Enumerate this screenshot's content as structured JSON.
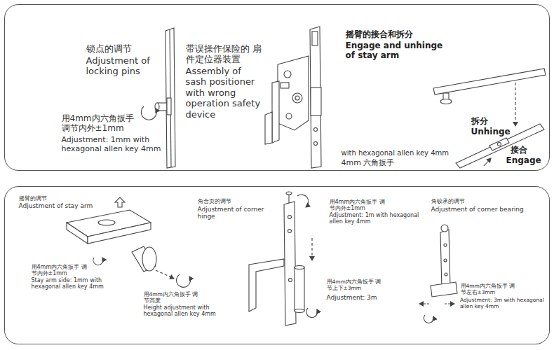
{
  "diagram": {
    "nodes": [
      {
        "text": [
          "锁点的调节",
          "Adjustment of locking pins",
          "用4mm内六角扳手 调节内外±1mm",
          "Adjustment: 1mm with hexagonal allen key 4mm",
          "带误操作保险的 扇件定位器装置",
          "Assembly of sash positioner with wrong operation safety device",
          "with hexagonal allen key 4mm",
          "4mm 六角扳手",
          "摇臂的接合和拆分",
          "Engage and unhinge of stay arm",
          "拆分",
          "Unhinge",
          "接合",
          "Engage"
        ]
      },
      {
        "text": [
          "摇臂的调节",
          "Adjustment of stay arm",
          "用4mm内六角扳手 调节内外±1mm",
          "Stay arm side: 1mm with hexagonal allen key 4mm",
          "用4mm内六角扳手 调节高度",
          "Height adjustment with hexagonal allen key 4mm",
          "角合页的调节",
          "Adjustment of corner hinge",
          "用4mm内六角扳手 调节内外±1mm",
          "Adjustment: 1m with hexagonal allen key 4mm",
          "用4mm内六角扳手 调节上下±3mm",
          "Adjustment: 3m",
          "角铰承的调节",
          "Adjustment of corner bearing",
          "用4mm内六角扳手 调节左右±3mm",
          "Adjustment: 3m with hexagonal allen key 4mm"
        ]
      }
    ]
  }
}
